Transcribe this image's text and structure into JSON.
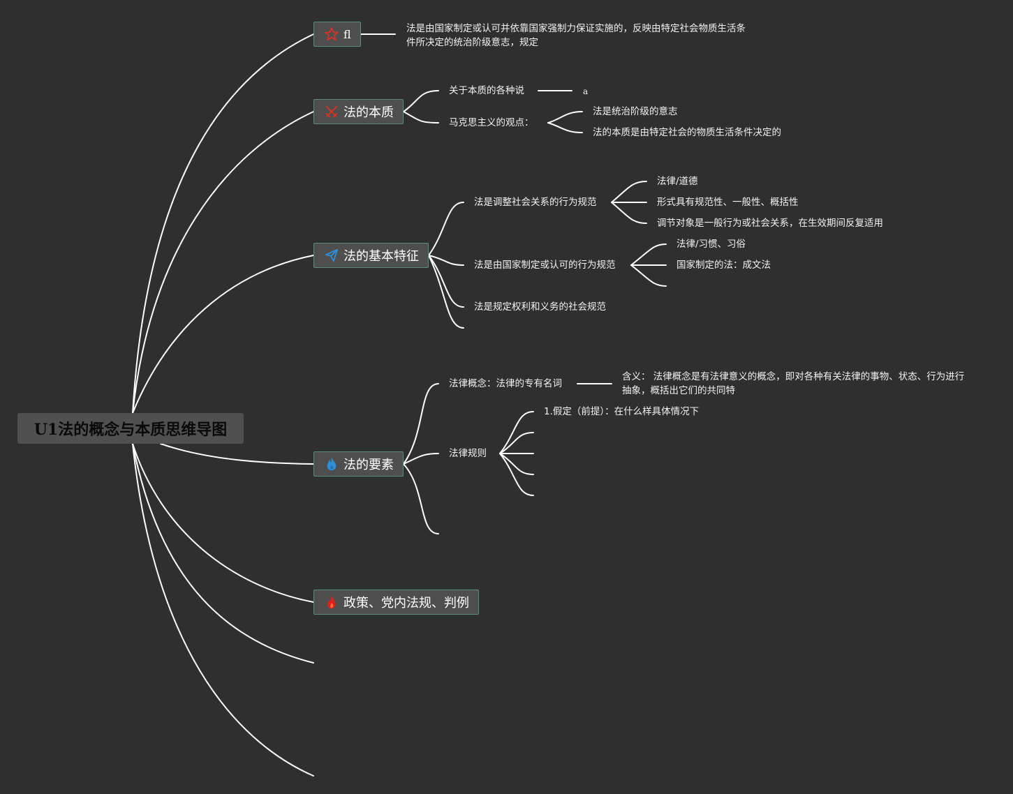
{
  "root": {
    "label": "U1法的概念与本质思维导图"
  },
  "colors": {
    "background": "#2f2f2f",
    "line": "#ffffff",
    "branch_fill": "#4e4e4e",
    "branch_border": "#5f8a80",
    "icon_star": "#d8322a",
    "icon_swords": "#d8322a",
    "icon_plane": "#2d8fd8",
    "icon_drop": "#2d8fd8",
    "icon_fire": "#e0201c"
  },
  "branches": [
    {
      "label": "fl",
      "icon": "star-icon",
      "leaves": [
        {
          "text": "法是由国家制定或认可并依靠国家强制力保证实施的，反映由特定社会物质生活条件所决定的统治阶级意志，规定"
        }
      ]
    },
    {
      "label": "法的本质",
      "icon": "crossed-swords-icon",
      "leaves": [
        {
          "text": "关于本质的各种说",
          "children": [
            {
              "text": "a"
            }
          ]
        },
        {
          "text": "马克思主义的观点：",
          "children": [
            {
              "text": "法是统治阶级的意志"
            },
            {
              "text": "法的本质是由特定社会的物质生活条件决定的"
            }
          ]
        }
      ]
    },
    {
      "label": "法的基本特征",
      "icon": "paper-plane-icon",
      "leaves": [
        {
          "text": "法是调整社会关系的行为规范",
          "children": [
            {
              "text": "法律/道德"
            },
            {
              "text": "形式具有规范性、一般性、概括性"
            },
            {
              "text": "调节对象是一般行为或社会关系，在生效期间反复适用"
            }
          ]
        },
        {
          "text": "法是由国家制定或认可的行为规范",
          "children": [
            {
              "text": "法律/习惯、习俗"
            },
            {
              "text": "国家制定的法：成文法"
            },
            {
              "text": ""
            }
          ]
        },
        {
          "text": "法是规定权利和义务的社会规范"
        },
        {
          "text": ""
        }
      ]
    },
    {
      "label": "法的要素",
      "icon": "water-drop-icon",
      "leaves": [
        {
          "text": "法律概念：法律的专有名词",
          "children": [
            {
              "text": "含义： 法律概念是有法律意义的概念，即对各种有关法律的事物、状态、行为进行抽象，概括出它们的共同特"
            }
          ]
        },
        {
          "text": "法律规则",
          "children": [
            {
              "text": "1.假定（前提）：在什么样具体情况下"
            },
            {
              "text": ""
            },
            {
              "text": ""
            },
            {
              "text": ""
            },
            {
              "text": ""
            }
          ]
        },
        {
          "text": ""
        }
      ]
    },
    {
      "label": "政策、党内法规、判例",
      "icon": "fire-icon",
      "leaves": []
    }
  ]
}
